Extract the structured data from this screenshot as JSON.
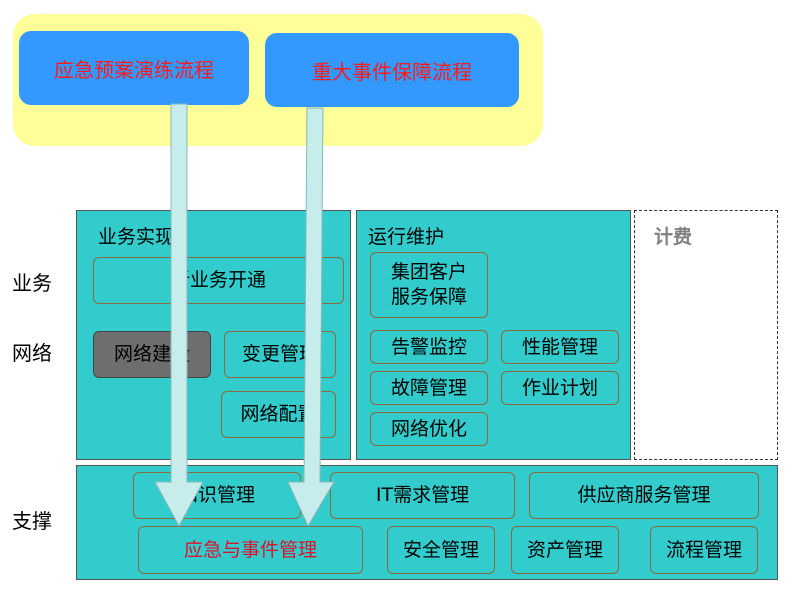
{
  "top": {
    "buttons": [
      {
        "label": "应急预案演练流程"
      },
      {
        "label": "重大事件保障流程"
      }
    ]
  },
  "row_labels": [
    "业务",
    "网络",
    "支撑"
  ],
  "business_panel": {
    "title": "业务实现",
    "nodes": [
      "新业务开通",
      "网络建设",
      "变更管理",
      "网络配置"
    ]
  },
  "ops_panel": {
    "title": "运行维护",
    "nodes": [
      "集团客户\n服务保障",
      "告警监控",
      "性能管理",
      "故障管理",
      "作业计划",
      "网络优化"
    ]
  },
  "billing_panel": {
    "title": "计费"
  },
  "support_panel": {
    "nodes": [
      "知识管理",
      "IT需求管理",
      "供应商服务管理",
      "应急与事件管理",
      "安全管理",
      "资产管理",
      "流程管理"
    ]
  },
  "colors": {
    "yellow_bg": "#ffff99",
    "button_blue": "#3399ff",
    "button_text_red": "#ff1a1a",
    "panel_teal": "#33cccc",
    "arrow_fill": "#c7ecec",
    "highlight_red": "#e0102a"
  }
}
